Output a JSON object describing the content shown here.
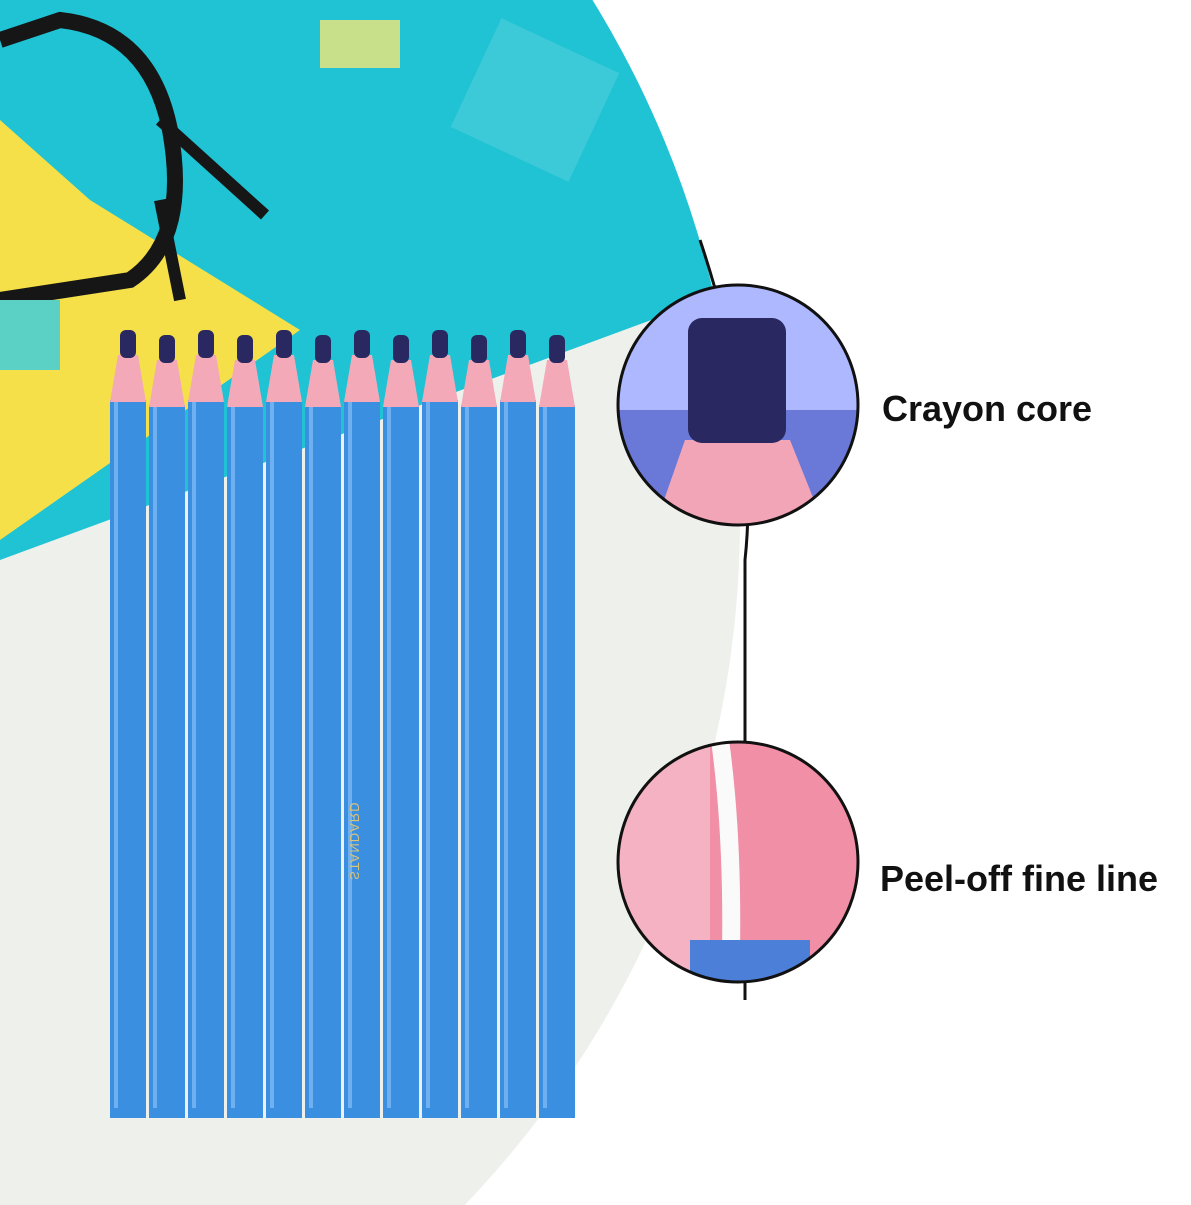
{
  "callouts": [
    {
      "label": "Crayon core"
    },
    {
      "label": "Peel-off fine line"
    }
  ],
  "pencil_brand": "STANDARD",
  "pencil_count": 12,
  "colors": {
    "turquoise": "#1fc3d4",
    "yellow": "#f5e04a",
    "pencil_blue": "#3a8fe0",
    "wrap_pink": "#f4a9b8",
    "core_navy": "#2a2860"
  }
}
